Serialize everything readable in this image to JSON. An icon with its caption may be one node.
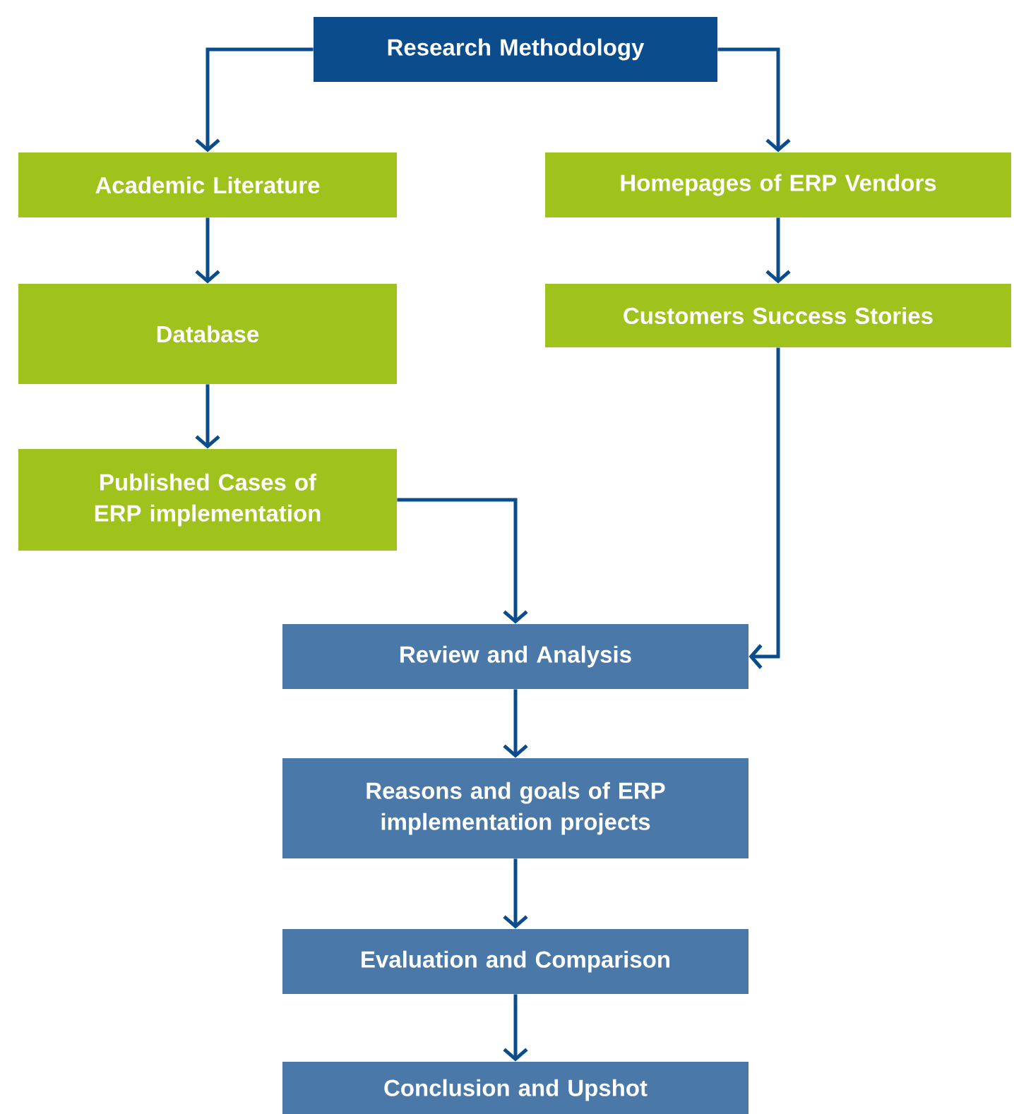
{
  "diagram": {
    "nodes": [
      {
        "text": [
          "Research Methodology"
        ]
      },
      {
        "text": [
          "Academic Literature"
        ]
      },
      {
        "text": [
          "Database"
        ]
      },
      {
        "text": [
          "Published Cases of ERP implementation"
        ]
      },
      {
        "text": [
          "Homepages of ERP Vendors"
        ]
      },
      {
        "text": [
          "Customers Success Stories"
        ]
      },
      {
        "text": [
          "Review and Analysis"
        ]
      },
      {
        "text": [
          "Reasons and goals of ERP implementation projects"
        ]
      },
      {
        "text": [
          "Evaluation and Comparison"
        ]
      },
      {
        "text": [
          "Conclusion and Upshot"
        ]
      }
    ],
    "edges": [
      {
        "from": 0,
        "to": 1,
        "arrow": "to"
      },
      {
        "from": 0,
        "to": 4,
        "arrow": "to"
      },
      {
        "from": 1,
        "to": 2,
        "arrow": "to"
      },
      {
        "from": 2,
        "to": 3,
        "arrow": "to"
      },
      {
        "from": 4,
        "to": 5,
        "arrow": "to"
      },
      {
        "from": 3,
        "to": 6,
        "arrow": "to"
      },
      {
        "from": 5,
        "to": 6,
        "arrow": "to"
      },
      {
        "from": 6,
        "to": 7,
        "arrow": "to"
      },
      {
        "from": 7,
        "to": 8,
        "arrow": "to"
      },
      {
        "from": 8,
        "to": 9,
        "arrow": "to"
      }
    ]
  }
}
